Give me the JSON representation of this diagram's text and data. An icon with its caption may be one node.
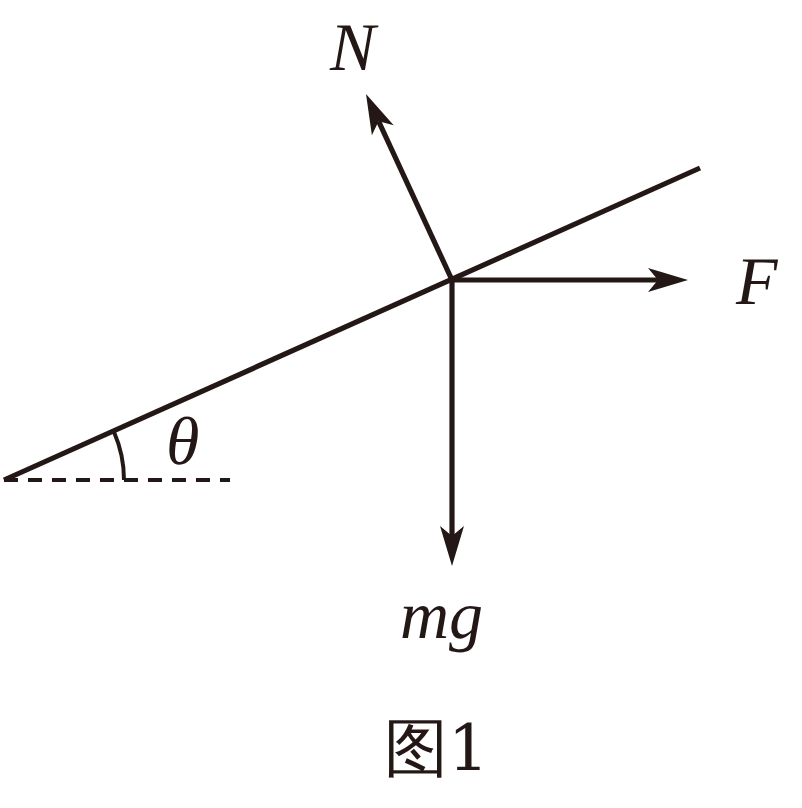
{
  "diagram": {
    "caption": "图1",
    "labels": [
      "N",
      "F",
      "θ",
      "mg"
    ]
  }
}
